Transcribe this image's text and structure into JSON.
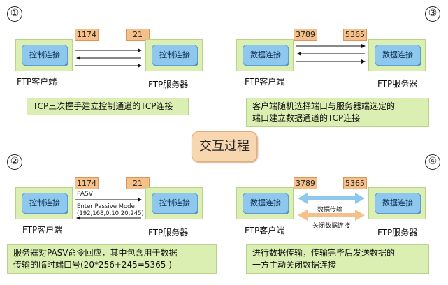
{
  "center_title": "交互过程",
  "panels": [
    {
      "step": "①",
      "client_port": "1174",
      "server_port": "21",
      "client_box": "控制连接",
      "server_box": "控制连接",
      "client_label": "FTP客户端",
      "server_label": "FTP服务器",
      "note_lines": [
        "TCP三次握手建立控制通道的TCP连接"
      ]
    },
    {
      "step": "③",
      "client_port": "3789",
      "server_port": "5365",
      "client_box": "数据连接",
      "server_box": "数据连接",
      "client_label": "FTP客户端",
      "server_label": "FTP服务器",
      "note_lines": [
        "客户端随机选择端口与服务器端选定的",
        "端口建立数据通道的TCP连接"
      ]
    },
    {
      "step": "②",
      "client_port": "1174",
      "server_port": "21",
      "client_box": "控制连接",
      "server_box": "控制连接",
      "client_label": "FTP客户端",
      "server_label": "FTP服务器",
      "cmd": "PASV",
      "reply": "Enter Passive Mode",
      "reply_args": "(192,168,0,10,20,245)",
      "note_lines": [
        "服务器对PASV命令回应，其中包含用于数据",
        "传输的临时端口号(20*256+245=5365 )"
      ]
    },
    {
      "step": "④",
      "client_port": "3789",
      "server_port": "5365",
      "client_box": "数据连接",
      "server_box": "数据连接",
      "client_label": "FTP客户端",
      "server_label": "FTP服务器",
      "transfer_label": "数据传输",
      "close_label": "关闭数据连接",
      "note_lines": [
        "进行数据传输，传输完毕后发送数据的",
        "一方主动关闭数据连接"
      ]
    }
  ]
}
